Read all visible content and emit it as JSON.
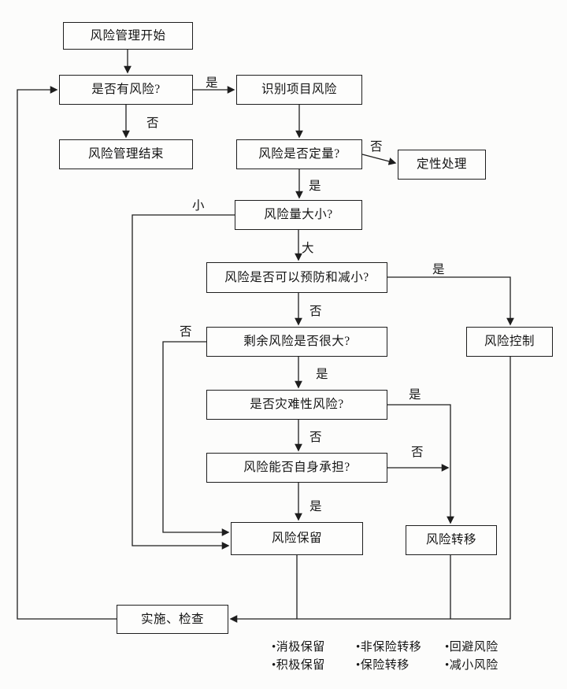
{
  "nodes": {
    "start": {
      "label": "风险管理开始"
    },
    "has_risk": {
      "label": "是否有风险?"
    },
    "identify_risk": {
      "label": "识别项目风险"
    },
    "end": {
      "label": "风险管理结束"
    },
    "is_quantitative": {
      "label": "风险是否定量?"
    },
    "qualitative": {
      "label": "定性处理"
    },
    "magnitude": {
      "label": "风险量大小?"
    },
    "preventable": {
      "label": "风险是否可以预防和减小?"
    },
    "residual_large": {
      "label": "剩余风险是否很大?"
    },
    "risk_control": {
      "label": "风险控制"
    },
    "catastrophic": {
      "label": "是否灾难性风险?"
    },
    "self_bear": {
      "label": "风险能否自身承担?"
    },
    "risk_retain": {
      "label": "风险保留"
    },
    "risk_transfer": {
      "label": "风险转移"
    },
    "implement_check": {
      "label": "实施、检查"
    }
  },
  "edge_labels": {
    "has_risk_yes": "是",
    "has_risk_no": "否",
    "quant_no": "否",
    "quant_yes": "是",
    "magnitude_small": "小",
    "magnitude_large": "大",
    "prevent_yes": "是",
    "prevent_no": "否",
    "residual_no": "否",
    "residual_yes": "是",
    "catastrophic_yes": "是",
    "catastrophic_no": "否",
    "self_bear_no": "否",
    "self_bear_yes": "是"
  },
  "legend": {
    "items": [
      "•消极保留",
      "•非保险转移",
      "•回避风险",
      "•积极保留",
      "•保险转移",
      "•减小风险"
    ]
  }
}
